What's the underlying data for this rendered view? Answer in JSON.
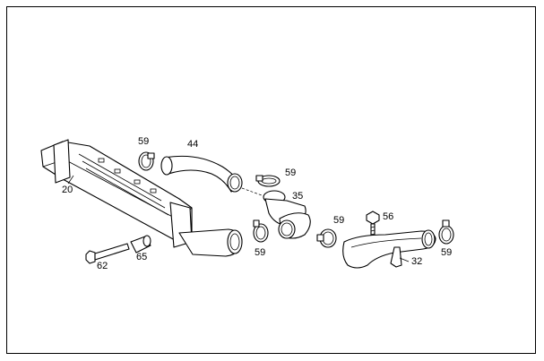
{
  "diagram": {
    "callouts": {
      "c20": "20",
      "c44": "44",
      "c59a": "59",
      "c59b": "59",
      "c59c": "59",
      "c59d": "59",
      "c59e": "59",
      "c35": "35",
      "c56": "56",
      "c32": "32",
      "c62": "62",
      "c65": "65"
    },
    "parts": {
      "p20": "intercooler-icon",
      "p44": "hose-icon",
      "p35": "hose-elbow-icon",
      "p32": "charge-air-pipe-icon",
      "p59": "hose-clamp-icon",
      "p56": "screw-icon",
      "p62": "bolt-icon",
      "p65": "spacer-sleeve-icon"
    },
    "line_color": "#000000",
    "background": "#ffffff"
  }
}
